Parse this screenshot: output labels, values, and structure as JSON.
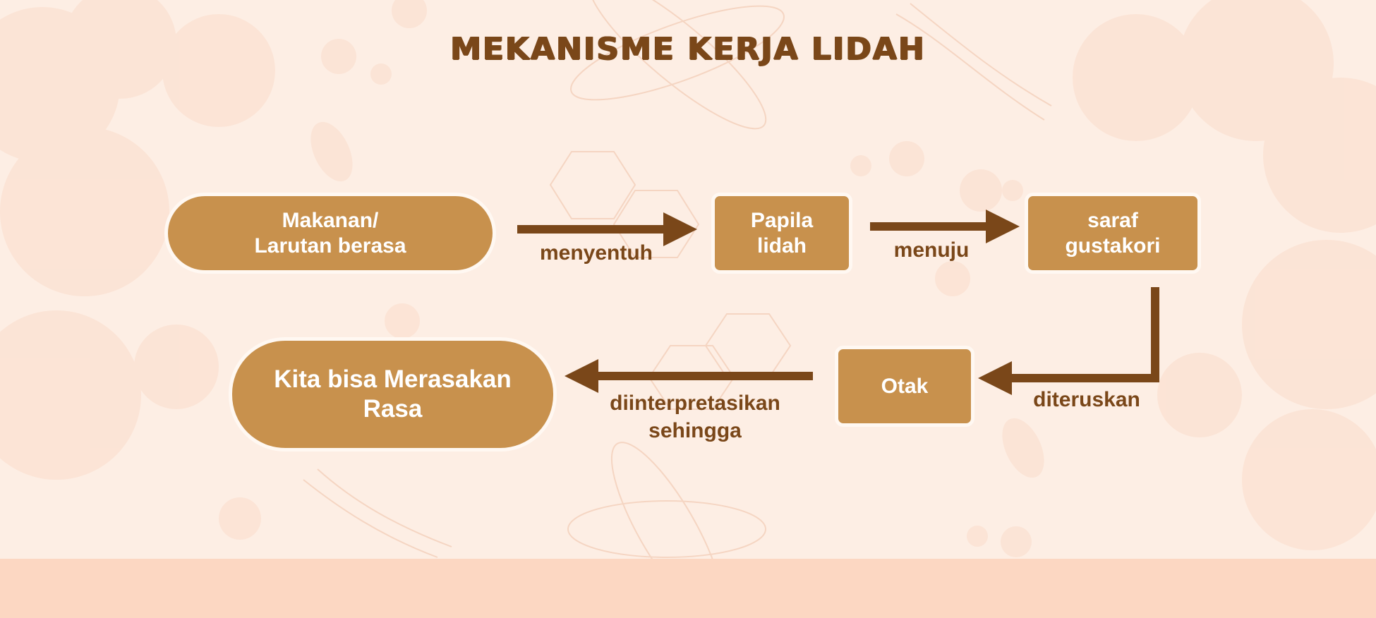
{
  "title": "MEKANISME KERJA LIDAH",
  "nodes": {
    "makanan": "Makanan/\nLarutan berasa",
    "papila": "Papila\nlidah",
    "saraf": "saraf\ngustakori",
    "otak": "Otak",
    "rasa": "Kita bisa Merasakan\nRasa"
  },
  "edges": {
    "menyentuh": "menyentuh",
    "menuju": "menuju",
    "diteruskan": "diteruskan",
    "diinterpretasikan": "diinterpretasikan\nsehingga"
  },
  "colors": {
    "node_fill": "#c8914d",
    "arrow": "#7a4719",
    "background": "#fdeee4",
    "footer": "#fcd7c2"
  }
}
